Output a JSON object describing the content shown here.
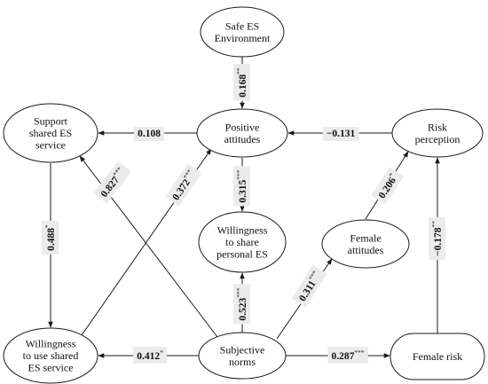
{
  "nodes": {
    "safe": {
      "lines": [
        "Safe ES",
        "Environment"
      ]
    },
    "positive": {
      "lines": [
        "Positive",
        "attitudes"
      ]
    },
    "support": {
      "lines": [
        "Support",
        "shared ES",
        "service"
      ]
    },
    "risk": {
      "lines": [
        "Risk",
        "perception"
      ]
    },
    "willshare": {
      "lines": [
        "Willingness",
        "to share",
        "personal ES"
      ]
    },
    "female_att": {
      "lines": [
        "Female",
        "attitudes"
      ]
    },
    "willuse": {
      "lines": [
        "Willingness",
        "to use shared",
        "ES service"
      ]
    },
    "subjective": {
      "lines": [
        "Subjective",
        "norms"
      ]
    },
    "female_risk": {
      "lines": [
        "Female risk"
      ]
    }
  },
  "edges": [
    {
      "id": "safe-positive",
      "from": "safe",
      "to": "positive",
      "coef": "0.168",
      "sig": "**"
    },
    {
      "id": "positive-support",
      "from": "positive",
      "to": "support",
      "coef": "0.108",
      "sig": ""
    },
    {
      "id": "risk-positive",
      "from": "risk",
      "to": "positive",
      "coef": "−0.131",
      "sig": ""
    },
    {
      "id": "positive-willshare",
      "from": "positive",
      "to": "willshare",
      "coef": "0.315",
      "sig": "***"
    },
    {
      "id": "support-willuse",
      "from": "support",
      "to": "willuse",
      "coef": "0.488",
      "sig": "*"
    },
    {
      "id": "subjective-support",
      "from": "subjective",
      "to": "support",
      "coef": "0.827",
      "sig": "***"
    },
    {
      "id": "willuse-positive",
      "from": "willuse",
      "to": "positive",
      "coef": "0.372",
      "sig": "***"
    },
    {
      "id": "femaleatt-risk",
      "from": "female_att",
      "to": "risk",
      "coef": "0.206",
      "sig": "*"
    },
    {
      "id": "femalerisk-risk",
      "from": "female_risk",
      "to": "risk",
      "coef": "−0.178",
      "sig": "**"
    },
    {
      "id": "subjective-willshare",
      "from": "subjective",
      "to": "willshare",
      "coef": "0.523",
      "sig": "***"
    },
    {
      "id": "subjective-femaleatt",
      "from": "subjective",
      "to": "female_att",
      "coef": "0.311",
      "sig": "***"
    },
    {
      "id": "subjective-willuse",
      "from": "subjective",
      "to": "willuse",
      "coef": "0.412",
      "sig": "*"
    },
    {
      "id": "subjective-femalerisk",
      "from": "subjective",
      "to": "female_risk",
      "coef": "0.287",
      "sig": "***"
    }
  ]
}
